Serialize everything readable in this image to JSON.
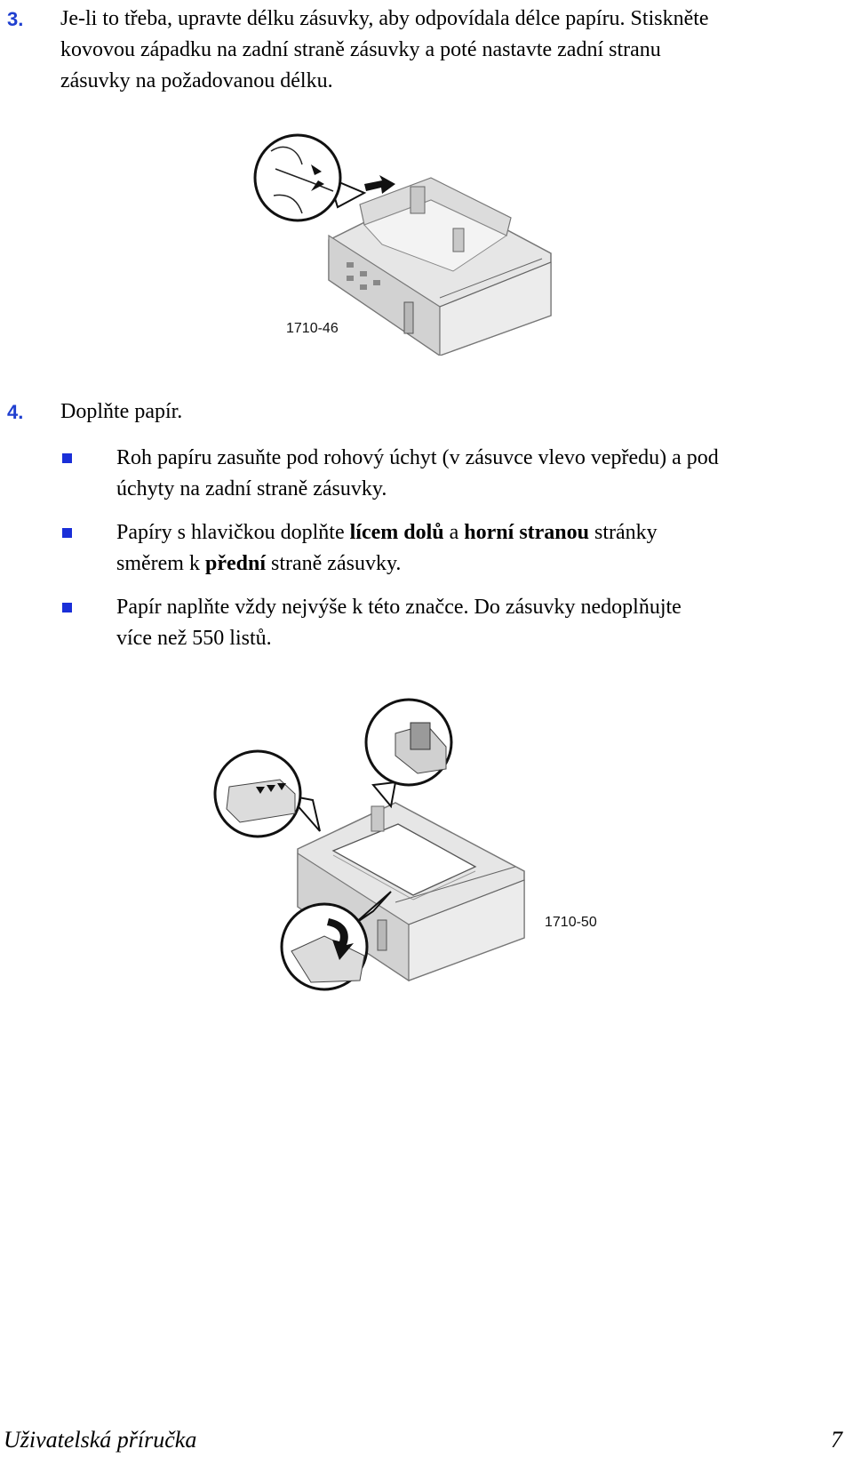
{
  "step3": {
    "number": "3.",
    "line1": "Je-li to třeba, upravte délku zásuvky, aby odpovídala délce papíru. Stiskněte",
    "line2": "kovovou západku na zadní straně zásuvky a poté nastavte zadní stranu",
    "line3": "zásuvky na požadovanou délku."
  },
  "figure1": {
    "code": "1710-46"
  },
  "step4": {
    "number": "4.",
    "text": "Doplňte papír."
  },
  "bullets": {
    "b1": {
      "line1": "Roh papíru zasuňte pod rohový úchyt (v zásuvce vlevo vepředu) a pod",
      "line2": "úchyty na zadní straně zásuvky."
    },
    "b2": {
      "l1a": "Papíry s hlavičkou doplňte ",
      "l1b": "lícem dolů",
      "l1c": " a ",
      "l1d": "horní stranou",
      "l1e": " stránky",
      "l2a": "směrem k ",
      "l2b": "přední",
      "l2c": " straně zásuvky."
    },
    "b3": {
      "line1": "Papír naplňte vždy nejvýše k této značce. Do zásuvky nedoplňujte",
      "line2": "více než 550 listů."
    }
  },
  "figure2": {
    "code": "1710-50"
  },
  "footer": {
    "title": "Uživatelská příručka",
    "page": "7"
  },
  "colors": {
    "step_number": "#1f3fd0",
    "bullet": "#1a2fd8"
  }
}
